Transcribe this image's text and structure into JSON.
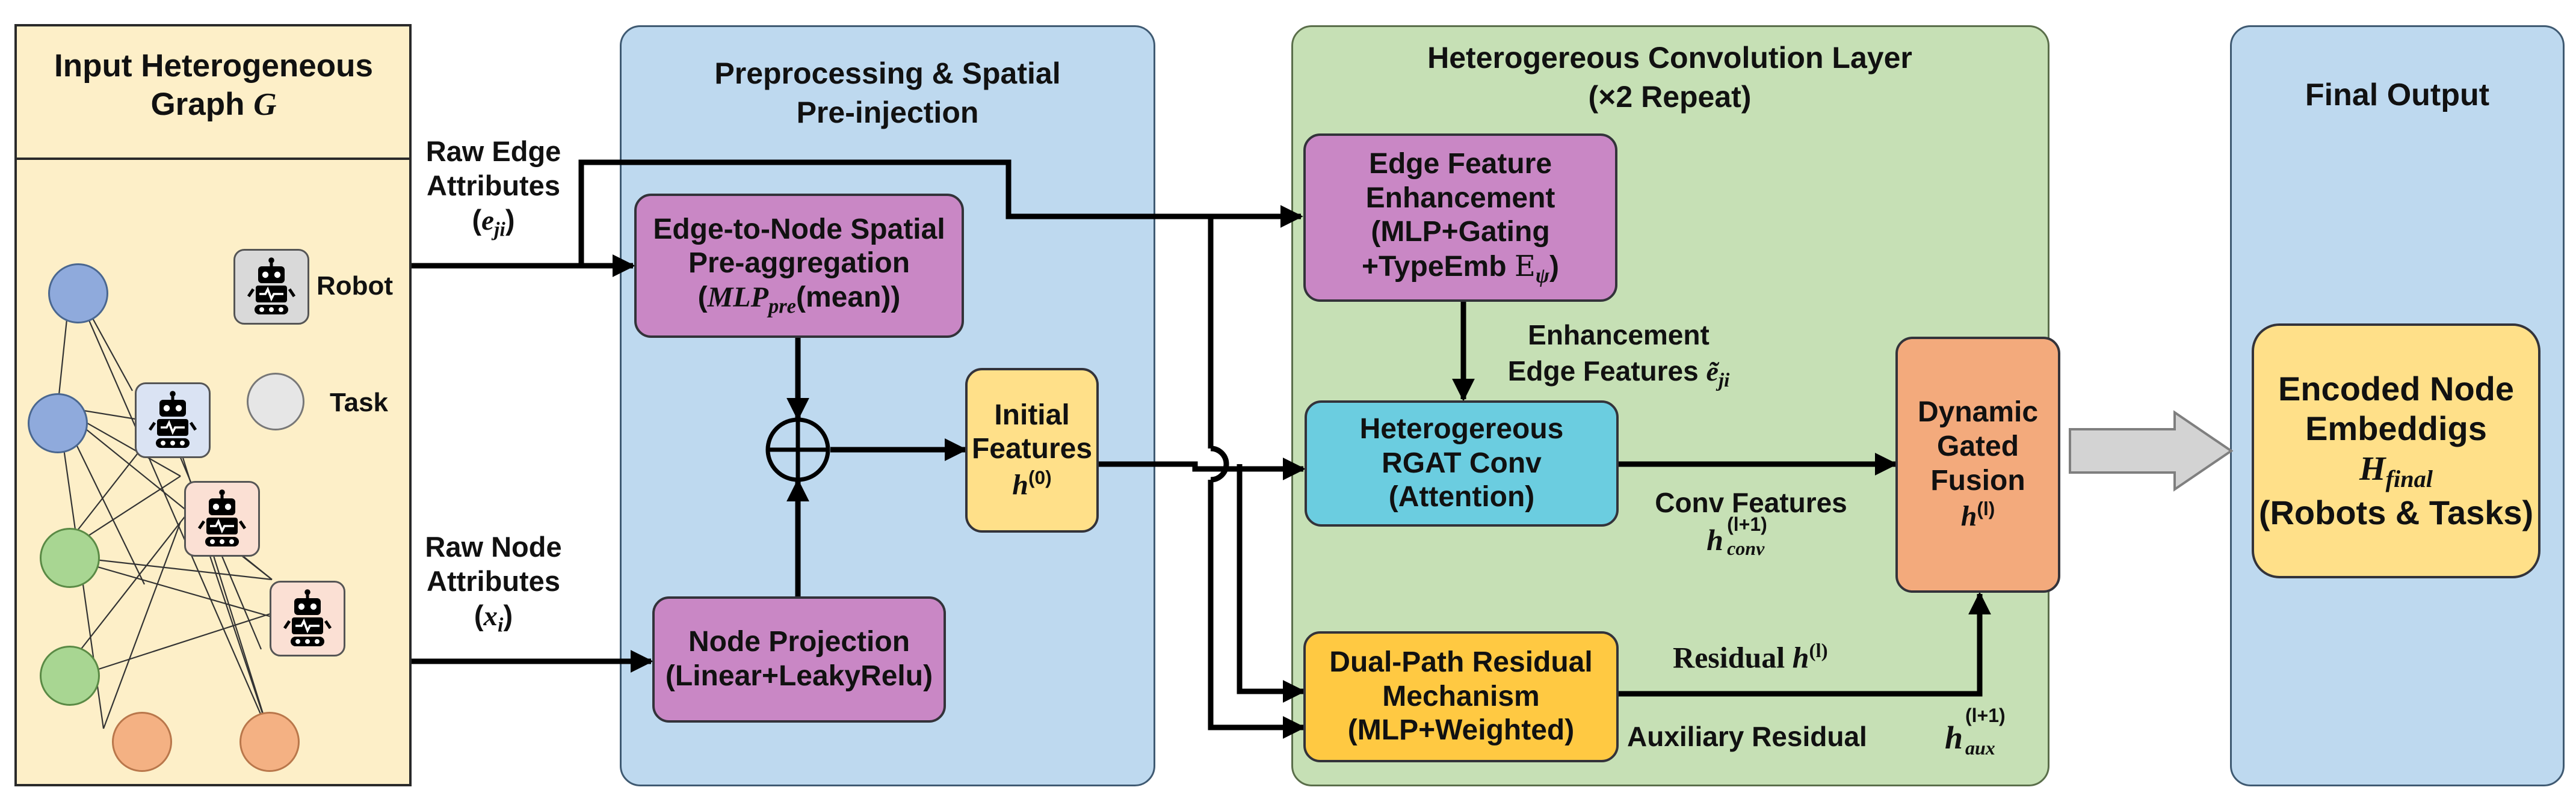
{
  "colors": {
    "input_panel": "#fdefc8",
    "blue_panel": "#bed9ef",
    "green_panel": "#c6e0b5",
    "purple_node": "#c987c5",
    "yellow_node": "#ffe089",
    "cyan_node": "#6bcde0",
    "orange_node": "#f3aa7c",
    "circle_blue": "#8faadc",
    "circle_green": "#a8d692",
    "circle_orange": "#f4b183",
    "circle_gray": "#e6e6e6"
  },
  "input_panel": {
    "title_line1": "Input Heterogeneous",
    "title_line2": "Graph",
    "title_symbol": "G",
    "legend_robot": "Robot",
    "legend_task": "Task",
    "icons": [
      "robot-icon"
    ]
  },
  "labels": {
    "raw_edge_line1": "Raw Edge",
    "raw_edge_line2": "Attributes",
    "raw_edge_sym": "e",
    "raw_edge_sub": "ji",
    "raw_node_line1": "Raw Node",
    "raw_node_line2": "Attributes",
    "raw_node_sym": "x",
    "raw_node_sub": "i",
    "enh_edge_line1": "Enhancement",
    "enh_edge_line2": "Edge Features",
    "enh_edge_sym": "ẽ",
    "enh_edge_sub": "ji",
    "conv_feat": "Conv Features",
    "conv_sym": "h",
    "conv_sup": "(l+1)",
    "conv_sub": "conv",
    "residual": "Residual",
    "residual_sym": "h",
    "residual_sup": "(l)",
    "aux_residual": "Auxiliary Residual",
    "aux_sym": "h",
    "aux_sup": "(l+1)",
    "aux_sub": "aux"
  },
  "preprocess_panel": {
    "title_line1": "Preprocessing & Spatial",
    "title_line2": "Pre-injection",
    "edge_node_line1": "Edge-to-Node Spatial",
    "edge_node_line2": "Pre-aggregation",
    "edge_node_math": "MLP",
    "edge_node_math_sub": "pre",
    "edge_node_math_tail": "(mean))",
    "edge_node_open": "(",
    "node_proj_line1": "Node Projection",
    "node_proj_line2": "(Linear+LeakyRelu)",
    "initial_line1": "Initial",
    "initial_line2": "Features",
    "initial_sym": "h",
    "initial_sup": "(0)"
  },
  "conv_panel": {
    "title_line1": "Heterogereous Convolution Layer",
    "title_line2": "(×2 Repeat)",
    "edge_enh_line1": "Edge Feature",
    "edge_enh_line2": "Enhancement",
    "edge_enh_line3": "(MLP+Gating",
    "edge_enh_line4": "+TypeEmb",
    "edge_enh_sym": "E",
    "edge_enh_sub": "ψ",
    "rgat_line1": "Heterogereous",
    "rgat_line2": "RGAT Conv",
    "rgat_line3": "(Attention)",
    "dual_line1": "Dual-Path Residual",
    "dual_line2": "Mechanism",
    "dual_line3": "(MLP+Weighted)",
    "fusion_line1": "Dynamic",
    "fusion_line2": "Gated",
    "fusion_line3": "Fusion",
    "fusion_sym": "h",
    "fusion_sup": "(l)"
  },
  "output_panel": {
    "title": "Final Output",
    "encoded_line1": "Encoded Node",
    "encoded_line2": "Embeddigs",
    "encoded_sym": "H",
    "encoded_sub": "final",
    "encoded_line4": "(Robots & Tasks)"
  }
}
